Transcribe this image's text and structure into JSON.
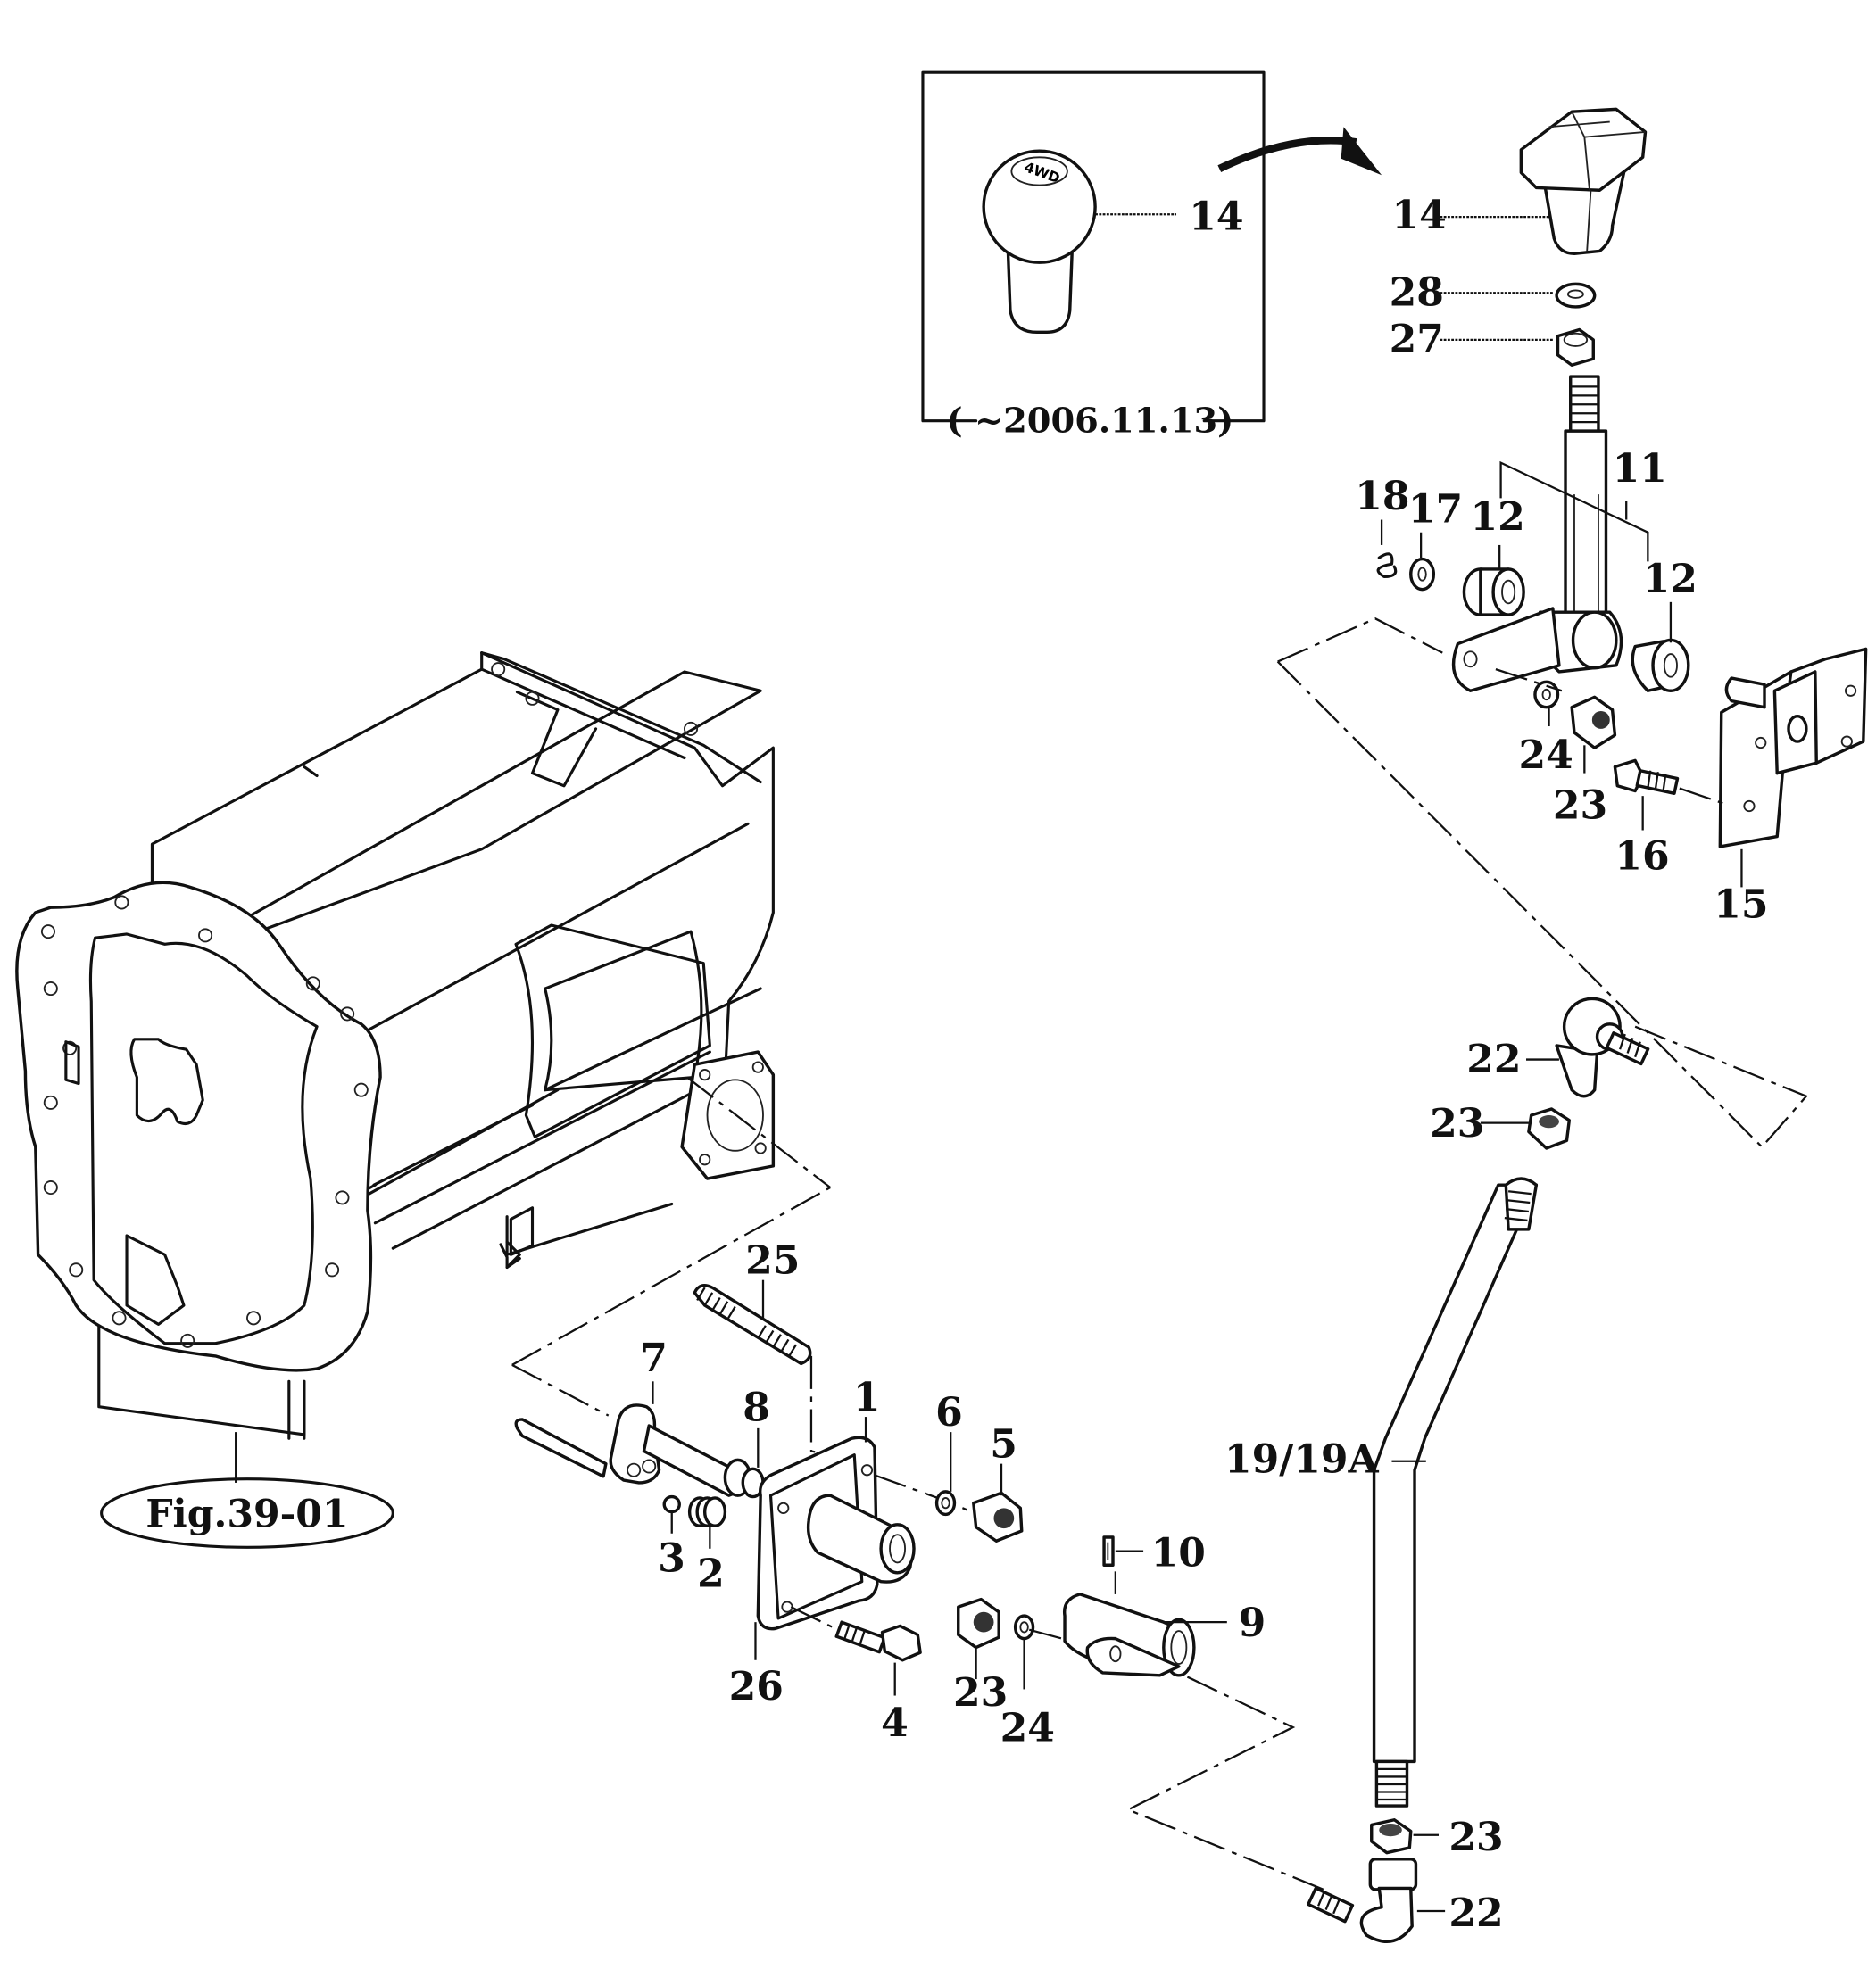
{
  "diagram": {
    "type": "exploded-parts-diagram",
    "figure_reference": "Fig.39-01",
    "inset": {
      "date_range": "( ~2006.11.13)",
      "part_label": "14",
      "knob_engraving": "4WD"
    },
    "callouts": {
      "c1": "1",
      "c2": "2",
      "c3": "3",
      "c4": "4",
      "c5": "5",
      "c6": "6",
      "c7": "7",
      "c8": "8",
      "c9": "9",
      "c10": "10",
      "c11": "11",
      "c12a": "12",
      "c12b": "12",
      "c14": "14",
      "c15": "15",
      "c16": "16",
      "c17": "17",
      "c18": "18",
      "c19": "19/19A",
      "c22a": "22",
      "c22b": "22",
      "c23a": "23",
      "c23b": "23",
      "c23c": "23",
      "c23d": "23",
      "c24a": "24",
      "c24b": "24",
      "c25": "25",
      "c26": "26",
      "c27": "27",
      "c28": "28"
    }
  }
}
